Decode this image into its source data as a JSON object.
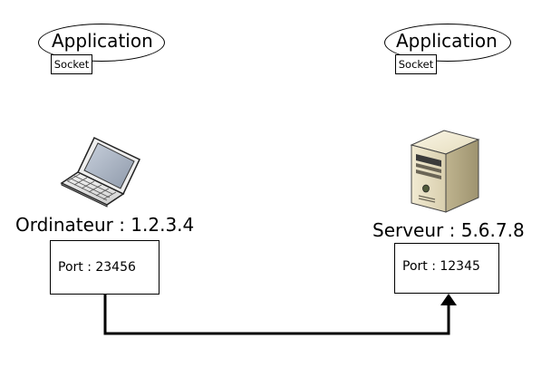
{
  "client": {
    "application": "Application",
    "socket": "Socket",
    "host": "Ordinateur : 1.2.3.4",
    "port": "Port : 23456"
  },
  "server": {
    "application": "Application",
    "socket": "Socket",
    "host": "Serveur : 5.6.7.8",
    "port": "Port : 12345"
  },
  "icons": {
    "client": "laptop-icon",
    "server": "server-tower-icon"
  },
  "colors": {
    "stroke": "#000000",
    "background": "#ffffff"
  }
}
